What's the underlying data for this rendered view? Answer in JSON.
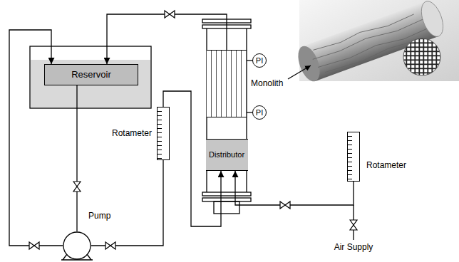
{
  "diagram": {
    "nodes": [
      {
        "text": [
          "Reservoir"
        ]
      },
      {
        "text": [
          "Pump"
        ]
      },
      {
        "text": [
          "Rotameter"
        ]
      },
      {
        "text": [
          "Rotameter"
        ]
      },
      {
        "text": [
          "Monolith"
        ]
      },
      {
        "text": [
          "Distributor"
        ]
      },
      {
        "text": [
          "PI"
        ]
      },
      {
        "text": [
          "PI"
        ]
      }
    ],
    "edges": [
      {
        "from": 0,
        "to": 1,
        "arrow": "none"
      },
      {
        "from": 1,
        "to": 2,
        "arrow": "none"
      },
      {
        "from": 2,
        "to": 5,
        "arrow": "to"
      },
      {
        "from": 4,
        "to": 0,
        "arrow": "to"
      },
      {
        "from": 1,
        "to": 0,
        "arrow": "to"
      },
      {
        "from": 3,
        "to": 5,
        "arrow": "to"
      },
      {
        "from": 6,
        "to": 4,
        "arrow": "none"
      },
      {
        "from": 7,
        "to": 4,
        "arrow": "none"
      }
    ],
    "labels": [
      "Air Supply"
    ]
  }
}
